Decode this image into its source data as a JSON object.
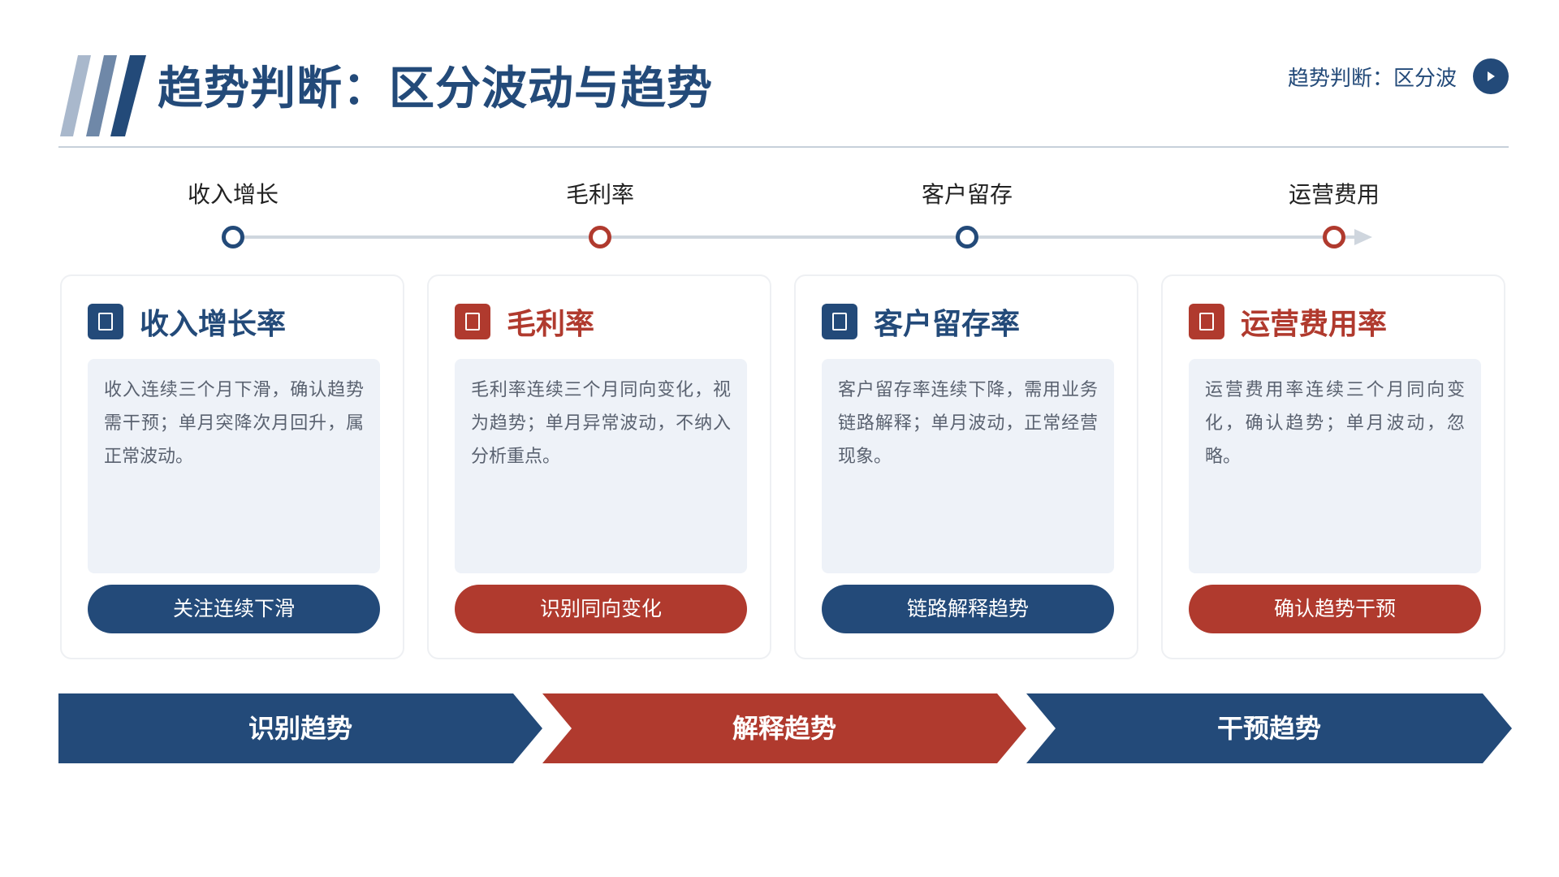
{
  "header": {
    "title": "趋势判断：区分波动与趋势",
    "top_right_label": "趋势判断：区分波"
  },
  "timeline": {
    "nodes": [
      {
        "label": "收入增长",
        "color": "#234a79"
      },
      {
        "label": "毛利率",
        "color": "#b03a2e"
      },
      {
        "label": "客户留存",
        "color": "#234a79"
      },
      {
        "label": "运营费用",
        "color": "#b03a2e"
      }
    ]
  },
  "cards": [
    {
      "title": "收入增长率",
      "description": "收入连续三个月下滑，确认趋势需干预；单月突降次月回升，属正常波动。",
      "button": "关注连续下滑",
      "color": "#234a79"
    },
    {
      "title": "毛利率",
      "description": "毛利率连续三个月同向变化，视为趋势；单月异常波动，不纳入分析重点。",
      "button": "识别同向变化",
      "color": "#b03a2e"
    },
    {
      "title": "客户留存率",
      "description": "客户留存率连续下降，需用业务链路解释；单月波动，正常经营现象。",
      "button": "链路解释趋势",
      "color": "#234a79"
    },
    {
      "title": "运营费用率",
      "description": "运营费用率连续三个月同向变化，确认趋势；单月波动，忽略。",
      "button": "确认趋势干预",
      "color": "#b03a2e"
    }
  ],
  "process": {
    "steps": [
      {
        "label": "识别趋势",
        "color": "#234a79"
      },
      {
        "label": "解释趋势",
        "color": "#b03a2e"
      },
      {
        "label": "干预趋势",
        "color": "#234a79"
      }
    ]
  },
  "colors": {
    "primary": "#234a79",
    "accent": "#b03a2e",
    "stripe_light": "#a9b8cc",
    "stripe_mid": "#6f88a8"
  },
  "icons": {
    "header_decoration": "slash-stripes-icon",
    "top_right_action": "play-icon",
    "card_icon": "document-icon"
  }
}
